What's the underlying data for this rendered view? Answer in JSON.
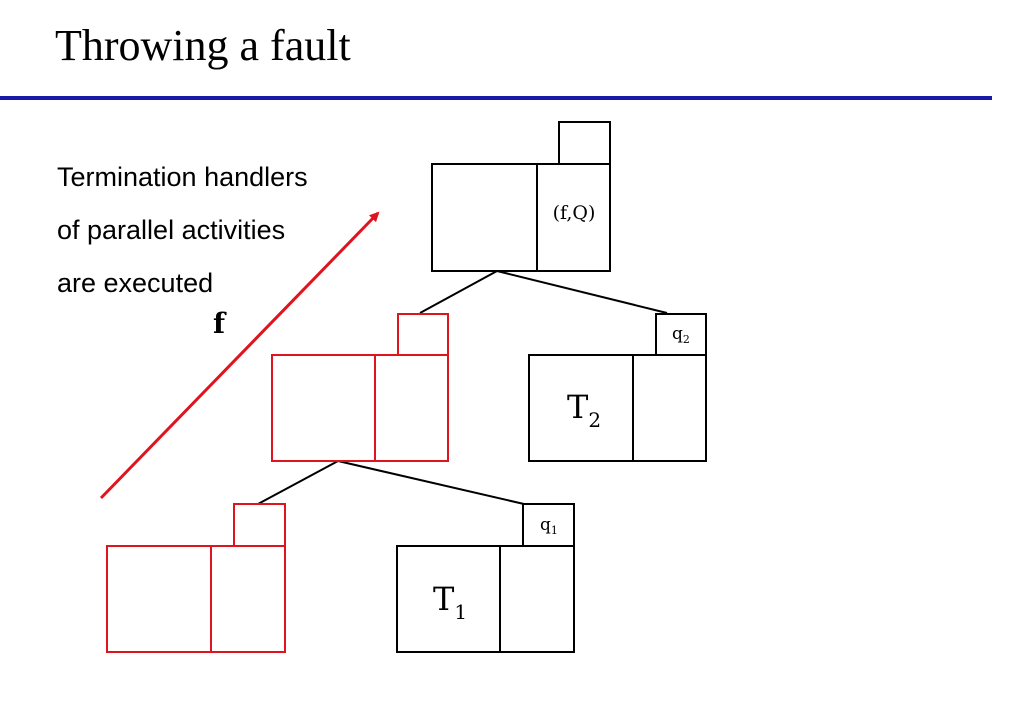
{
  "slide": {
    "title": "Throwing a fault",
    "caption_lines": [
      "Termination handlers",
      "of parallel activities",
      "are executed"
    ]
  },
  "diagram": {
    "arrow_label": "f",
    "root_label": "(f,Q)",
    "t2": {
      "label": "T",
      "subscript": "2",
      "handler_label": "q",
      "handler_subscript": "2"
    },
    "t1": {
      "label": "T",
      "subscript": "1",
      "handler_label": "q",
      "handler_subscript": "1"
    }
  },
  "colors": {
    "title_rule": "#1a1aa8",
    "fault_path": "#e0141e",
    "normal": "#000000"
  }
}
